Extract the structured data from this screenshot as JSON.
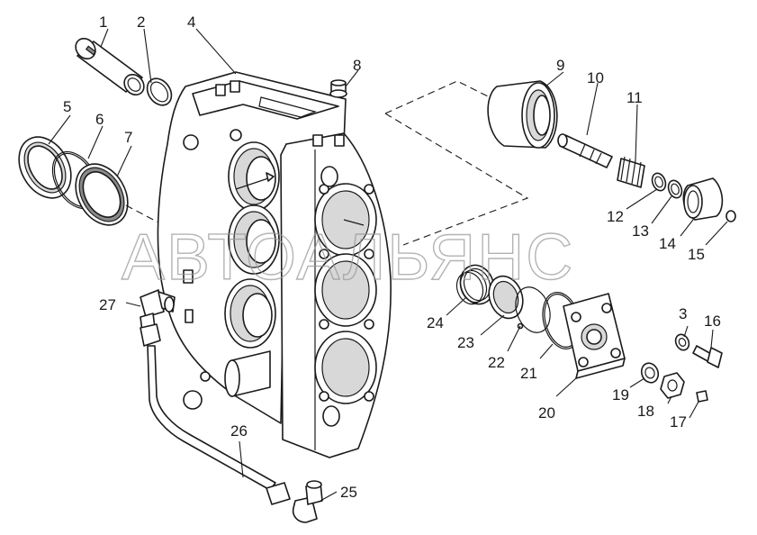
{
  "watermark": "АВТОАЛЬЯНС",
  "callouts": {
    "c1": "1",
    "c2": "2",
    "c3": "3",
    "c4": "4",
    "c5": "5",
    "c6": "6",
    "c7": "7",
    "c8": "8",
    "c9": "9",
    "c10": "10",
    "c11": "11",
    "c12": "12",
    "c13": "13",
    "c14": "14",
    "c15": "15",
    "c16": "16",
    "c17": "17",
    "c18": "18",
    "c19": "19",
    "c20": "20",
    "c21": "21",
    "c22": "22",
    "c23": "23",
    "c24": "24",
    "c25": "25",
    "c26": "26",
    "c27": "27"
  }
}
